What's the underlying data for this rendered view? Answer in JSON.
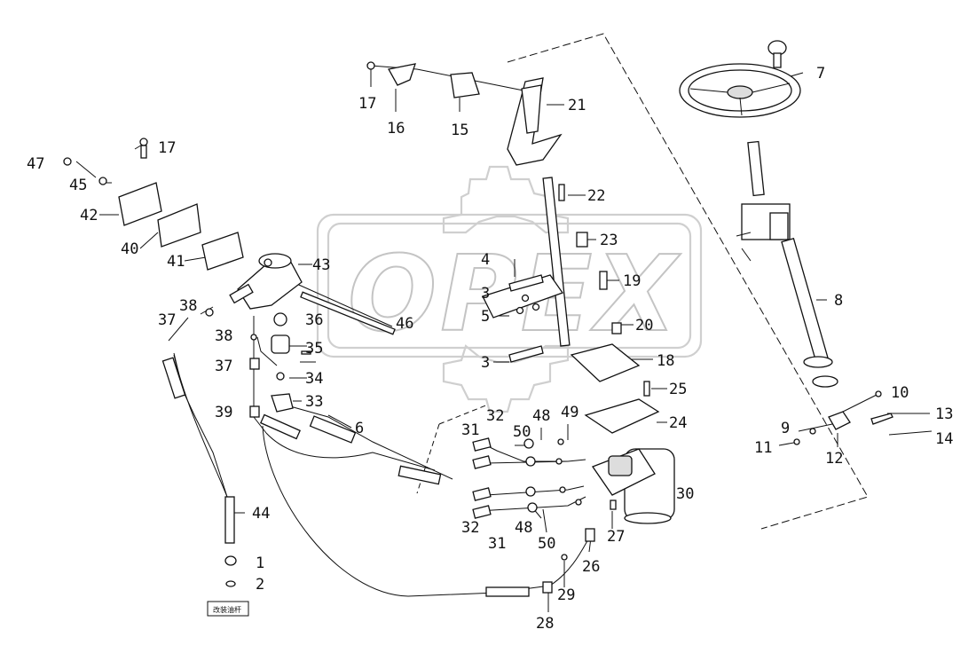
{
  "watermark": "OPEX",
  "legend_tag": "改装油杆",
  "labels": [
    "1",
    "2",
    "3",
    "3",
    "4",
    "5",
    "6",
    "7",
    "8",
    "9",
    "10",
    "11",
    "12",
    "13",
    "14",
    "15",
    "16",
    "17",
    "17",
    "18",
    "19",
    "20",
    "21",
    "22",
    "23",
    "24",
    "25",
    "26",
    "27",
    "28",
    "29",
    "30",
    "31",
    "31",
    "32",
    "32",
    "33",
    "34",
    "35",
    "36",
    "37",
    "37",
    "38",
    "38",
    "39",
    "40",
    "41",
    "42",
    "43",
    "44",
    "45",
    "46",
    "47",
    "48",
    "48",
    "49",
    "50",
    "50"
  ]
}
